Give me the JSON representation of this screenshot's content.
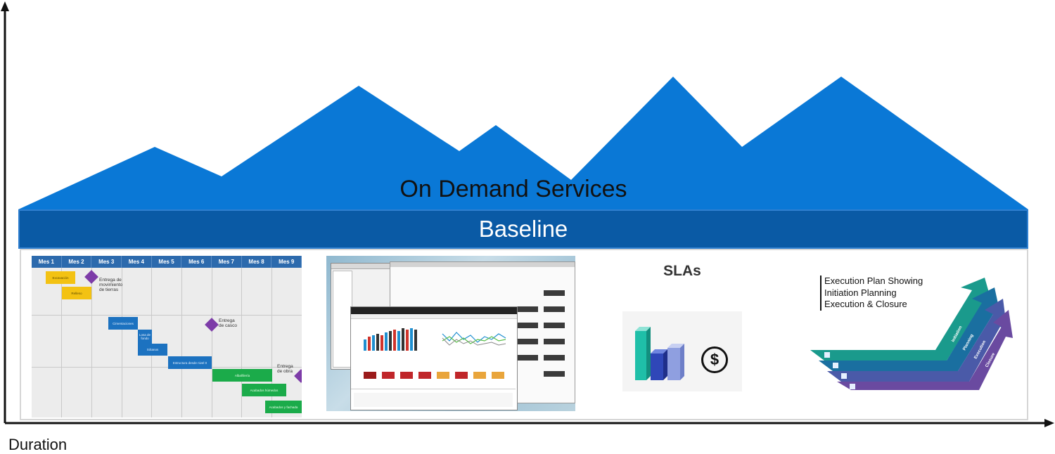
{
  "diagram": {
    "mountain_label": "On Demand Services",
    "baseline_label": "Baseline",
    "x_axis_label": "Duration"
  },
  "gantt": {
    "months": [
      "Mes 1",
      "Mes 2",
      "Mes 3",
      "Mes 4",
      "Mes 5",
      "Mes 6",
      "Mes 7",
      "Mes 8",
      "Mes 9"
    ],
    "tasks": [
      "Excavación",
      "Relleno",
      "Cimentaciones",
      "Losa de fondo",
      "Sótanos",
      "Estructura desde nivel 0",
      "Albañilería",
      "Acabados húmedos",
      "Acabados y fachada"
    ],
    "milestones": [
      "Entrega de movimiento de tierras",
      "Entrega de casco",
      "Entrega de obra"
    ]
  },
  "slas": {
    "title": "SLAs",
    "icon": "dollar-icon"
  },
  "execution": {
    "lines": [
      "Execution Plan Showing",
      "Initiation Planning",
      "Execution & Closure"
    ],
    "phases": [
      "Initiation",
      "Planning",
      "Execution",
      "Closure"
    ],
    "colors": [
      "#1a9a8c",
      "#1a6fa0",
      "#4a5aa8",
      "#6a4aa0"
    ]
  },
  "colors": {
    "mountain": "#0a78d6",
    "baseline": "#0a5aa5",
    "axis": "#111111"
  }
}
